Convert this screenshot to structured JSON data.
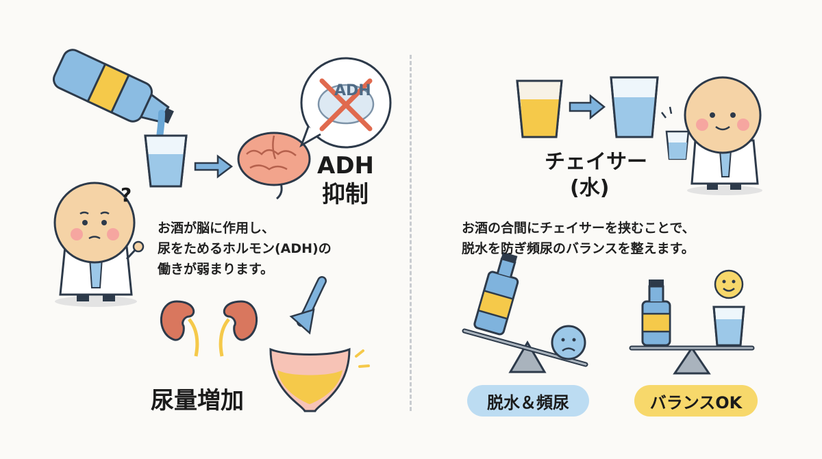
{
  "left": {
    "inhibition_symbol": "ADH",
    "adh_label_line1": "ADH",
    "adh_label_line2": "抑制",
    "description": [
      "お酒が脳に作用し、",
      "尿をためるホルモン(ADH)の",
      "働きが弱まります。"
    ],
    "urine_label": "尿量増加",
    "question_mark": "?"
  },
  "right": {
    "chaser_label_line1": "チェイサー",
    "chaser_label_line2": "(水)",
    "description": [
      "お酒の合間にチェイサーを挟むことで、",
      "脱水を防ぎ頻尿のバランスを整えます。"
    ],
    "bad_badge": "脱水＆頻尿",
    "good_badge": "バランスOK"
  },
  "colors": {
    "water": "#9cc8e8",
    "bottle": "#7fb3dd",
    "beer": "#f5c94a",
    "brain": "#f2a48c",
    "kidney": "#d9775e",
    "skin": "#f5d3a6",
    "cross": "#e06a4e",
    "bad_badge_bg": "#bcdcf2",
    "good_badge_bg": "#f7d86b"
  }
}
